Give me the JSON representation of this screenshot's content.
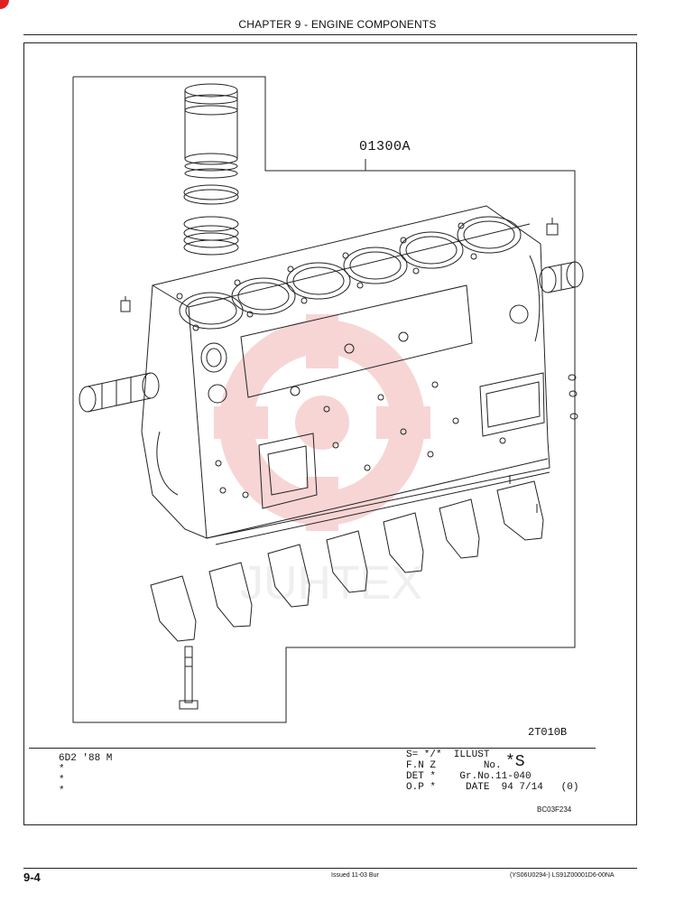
{
  "header": {
    "chapter_title": "CHAPTER 9 - ENGINE COMPONENTS"
  },
  "illustration": {
    "part_code": "01300A",
    "illus_code": "2T010B",
    "watermark_text": "JUHTEX"
  },
  "info_block": {
    "model_lines": [
      "6D2 '88 M",
      "*",
      "*",
      "*"
    ],
    "row1": "S= */*  ILLUST",
    "row2": "F.N Z        No.",
    "row3": "DET *    Gr.No.11-040",
    "row4": "O.P *     DATE  94 7/14   (0)",
    "big_mark": "*S",
    "form_code": "BC03F234"
  },
  "footer": {
    "page_number": "9-4",
    "issued": "Issued 11-03   Bur",
    "reference": "(YS06U0294-)   LS91Z00001D6-00NA"
  },
  "colors": {
    "watermark": "#e46a6a",
    "line": "#222222",
    "corner_mark": "#e02020"
  }
}
